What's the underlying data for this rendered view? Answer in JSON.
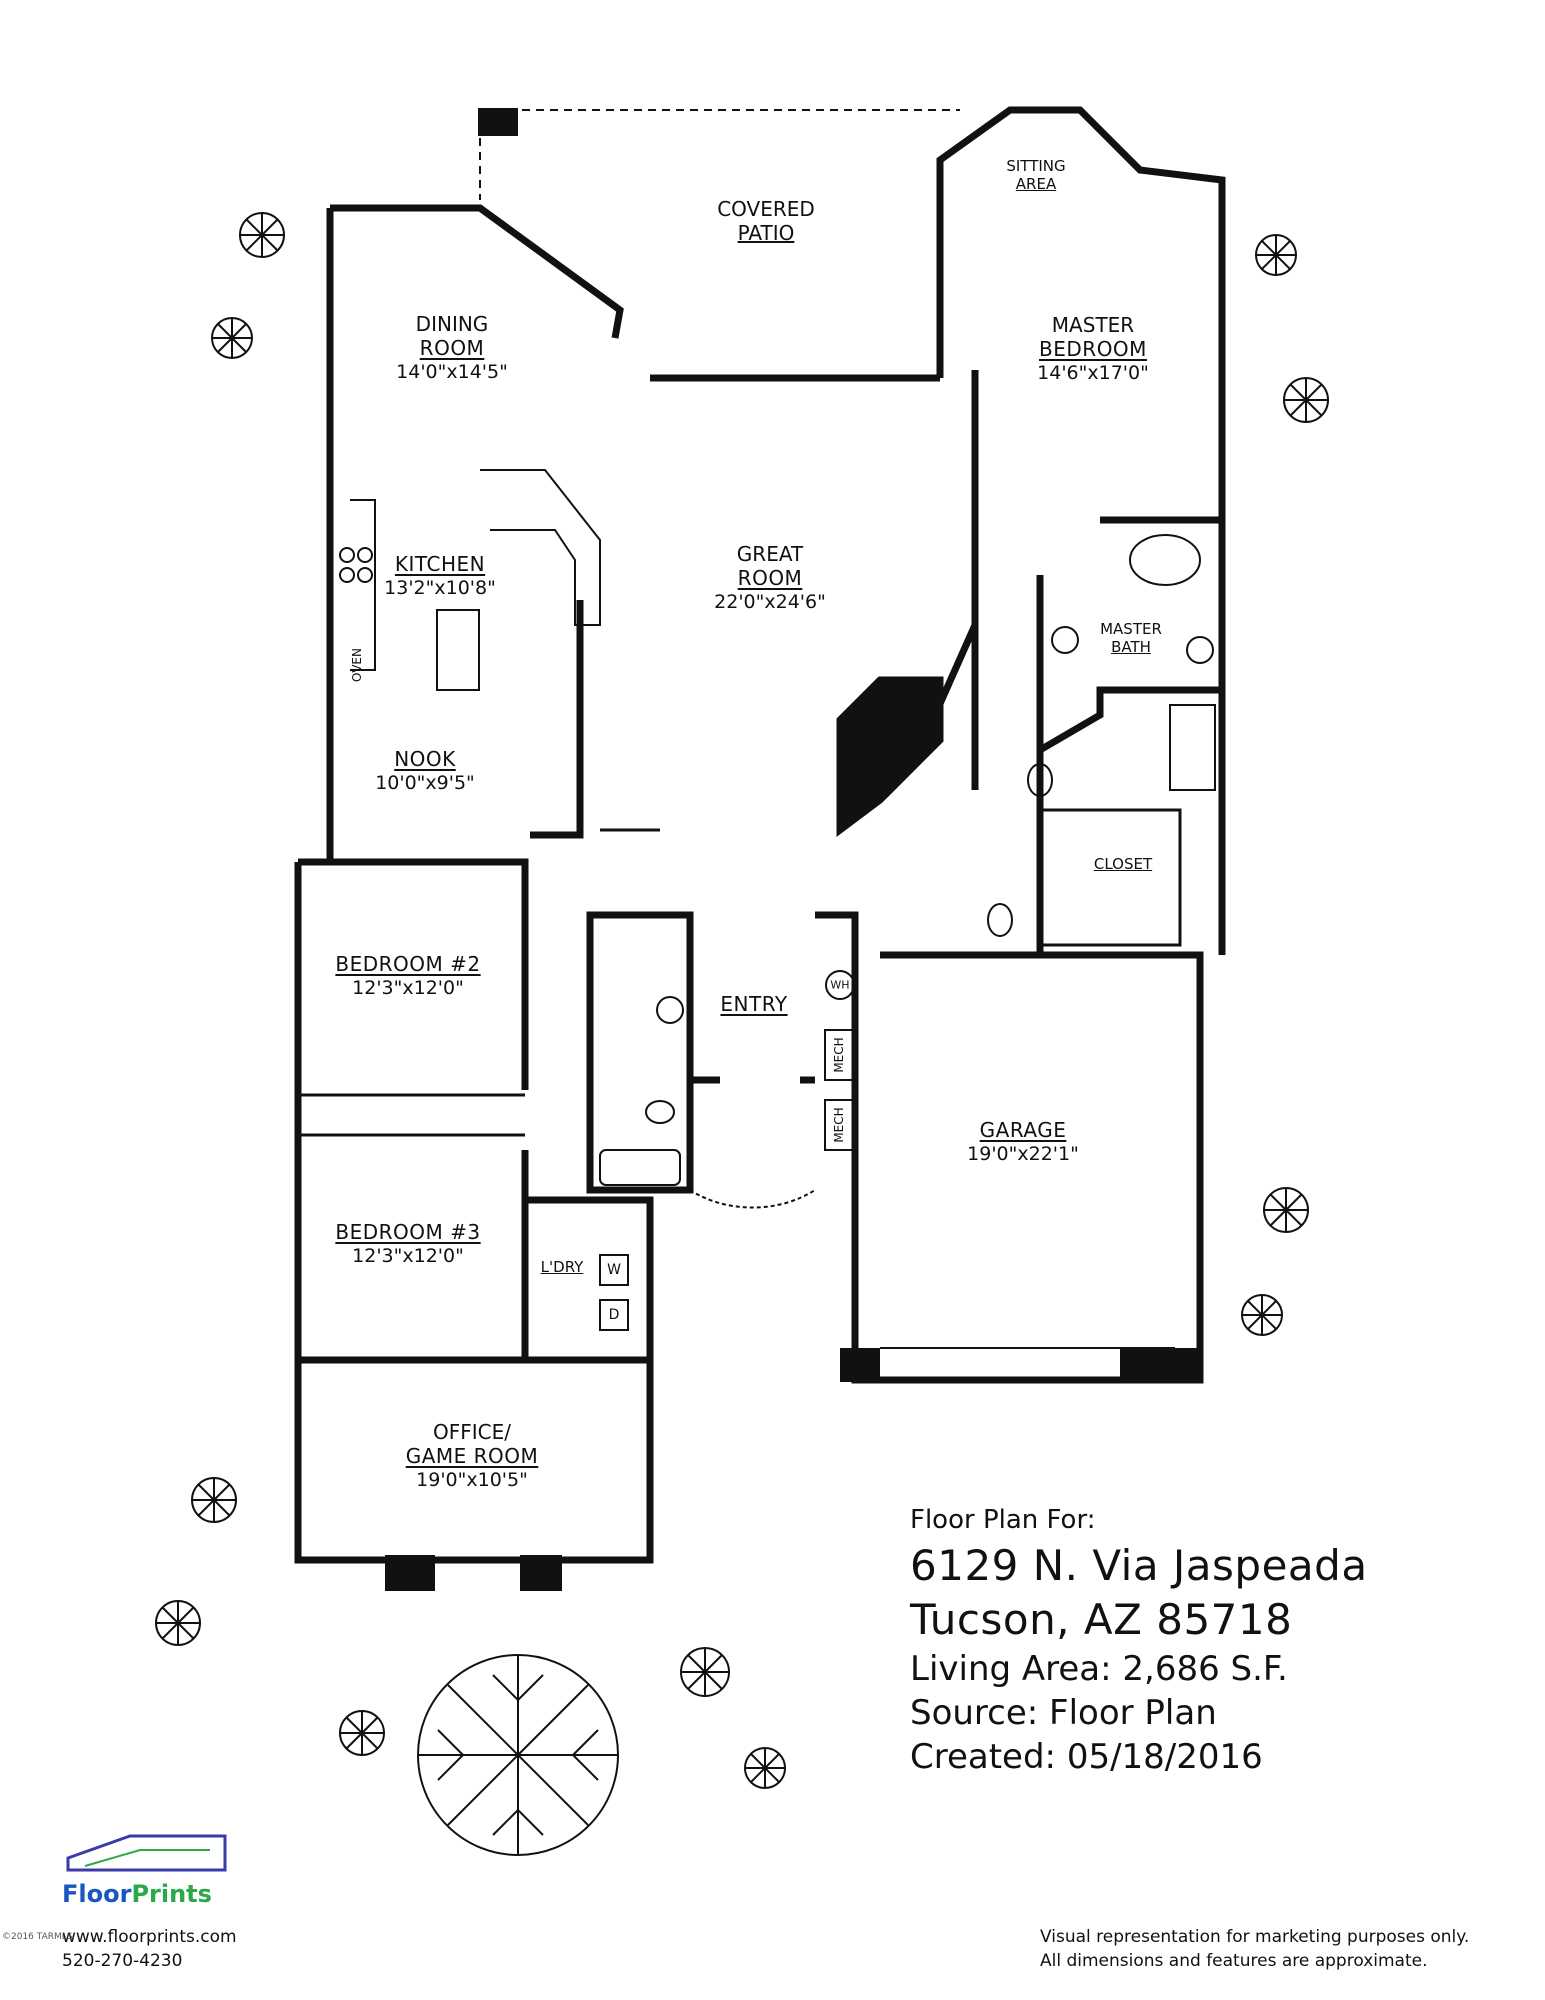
{
  "rooms": {
    "covered_patio": {
      "name_l1": "COVERED",
      "name_l2": "PATIO"
    },
    "sitting_area": {
      "name_l1": "SITTING",
      "name_l2": "AREA"
    },
    "dining_room": {
      "name_l1": "DINING",
      "name_l2": "ROOM",
      "dim": "14'0\"x14'5\""
    },
    "master_bedroom": {
      "name_l1": "MASTER",
      "name_l2": "BEDROOM",
      "dim": "14'6\"x17'0\""
    },
    "kitchen": {
      "name": "KITCHEN",
      "dim": "13'2\"x10'8\""
    },
    "great_room": {
      "name_l1": "GREAT",
      "name_l2": "ROOM",
      "dim": "22'0\"x24'6\""
    },
    "master_bath": {
      "name_l1": "MASTER",
      "name_l2": "BATH"
    },
    "nook": {
      "name": "NOOK",
      "dim": "10'0\"x9'5\""
    },
    "closet": {
      "name": "CLOSET"
    },
    "bedroom2": {
      "name": "BEDROOM #2",
      "dim": "12'3\"x12'0\""
    },
    "entry": {
      "name": "ENTRY"
    },
    "garage": {
      "name": "GARAGE",
      "dim": "19'0\"x22'1\""
    },
    "bedroom3": {
      "name": "BEDROOM #3",
      "dim": "12'3\"x12'0\""
    },
    "laundry": {
      "name": "L'DRY"
    },
    "office": {
      "name_l1": "OFFICE/",
      "name_l2": "GAME ROOM",
      "dim": "19'0\"x10'5\""
    }
  },
  "fixtures": {
    "oven": "OVEN",
    "water_heater": "WH",
    "mech1": "MECH",
    "mech2": "MECH",
    "washer": "W",
    "dryer": "D"
  },
  "info": {
    "heading": "Floor Plan For:",
    "address1": "6129 N. Via Jaspeada",
    "address2": "Tucson, AZ 85718",
    "living_area": "Living Area:  2,686 S.F.",
    "source": "Source:  Floor Plan",
    "created": "Created:  05/18/2016"
  },
  "logo": {
    "brand_part1": "Floor",
    "brand_part2": "Prints"
  },
  "contact": {
    "website": "www.floorprints.com",
    "phone": "520-270-4230"
  },
  "disclaimer": {
    "line1": "Visual representation for marketing purposes only.",
    "line2": "All dimensions and features are approximate."
  },
  "copyright": "©2016 TARMLS"
}
